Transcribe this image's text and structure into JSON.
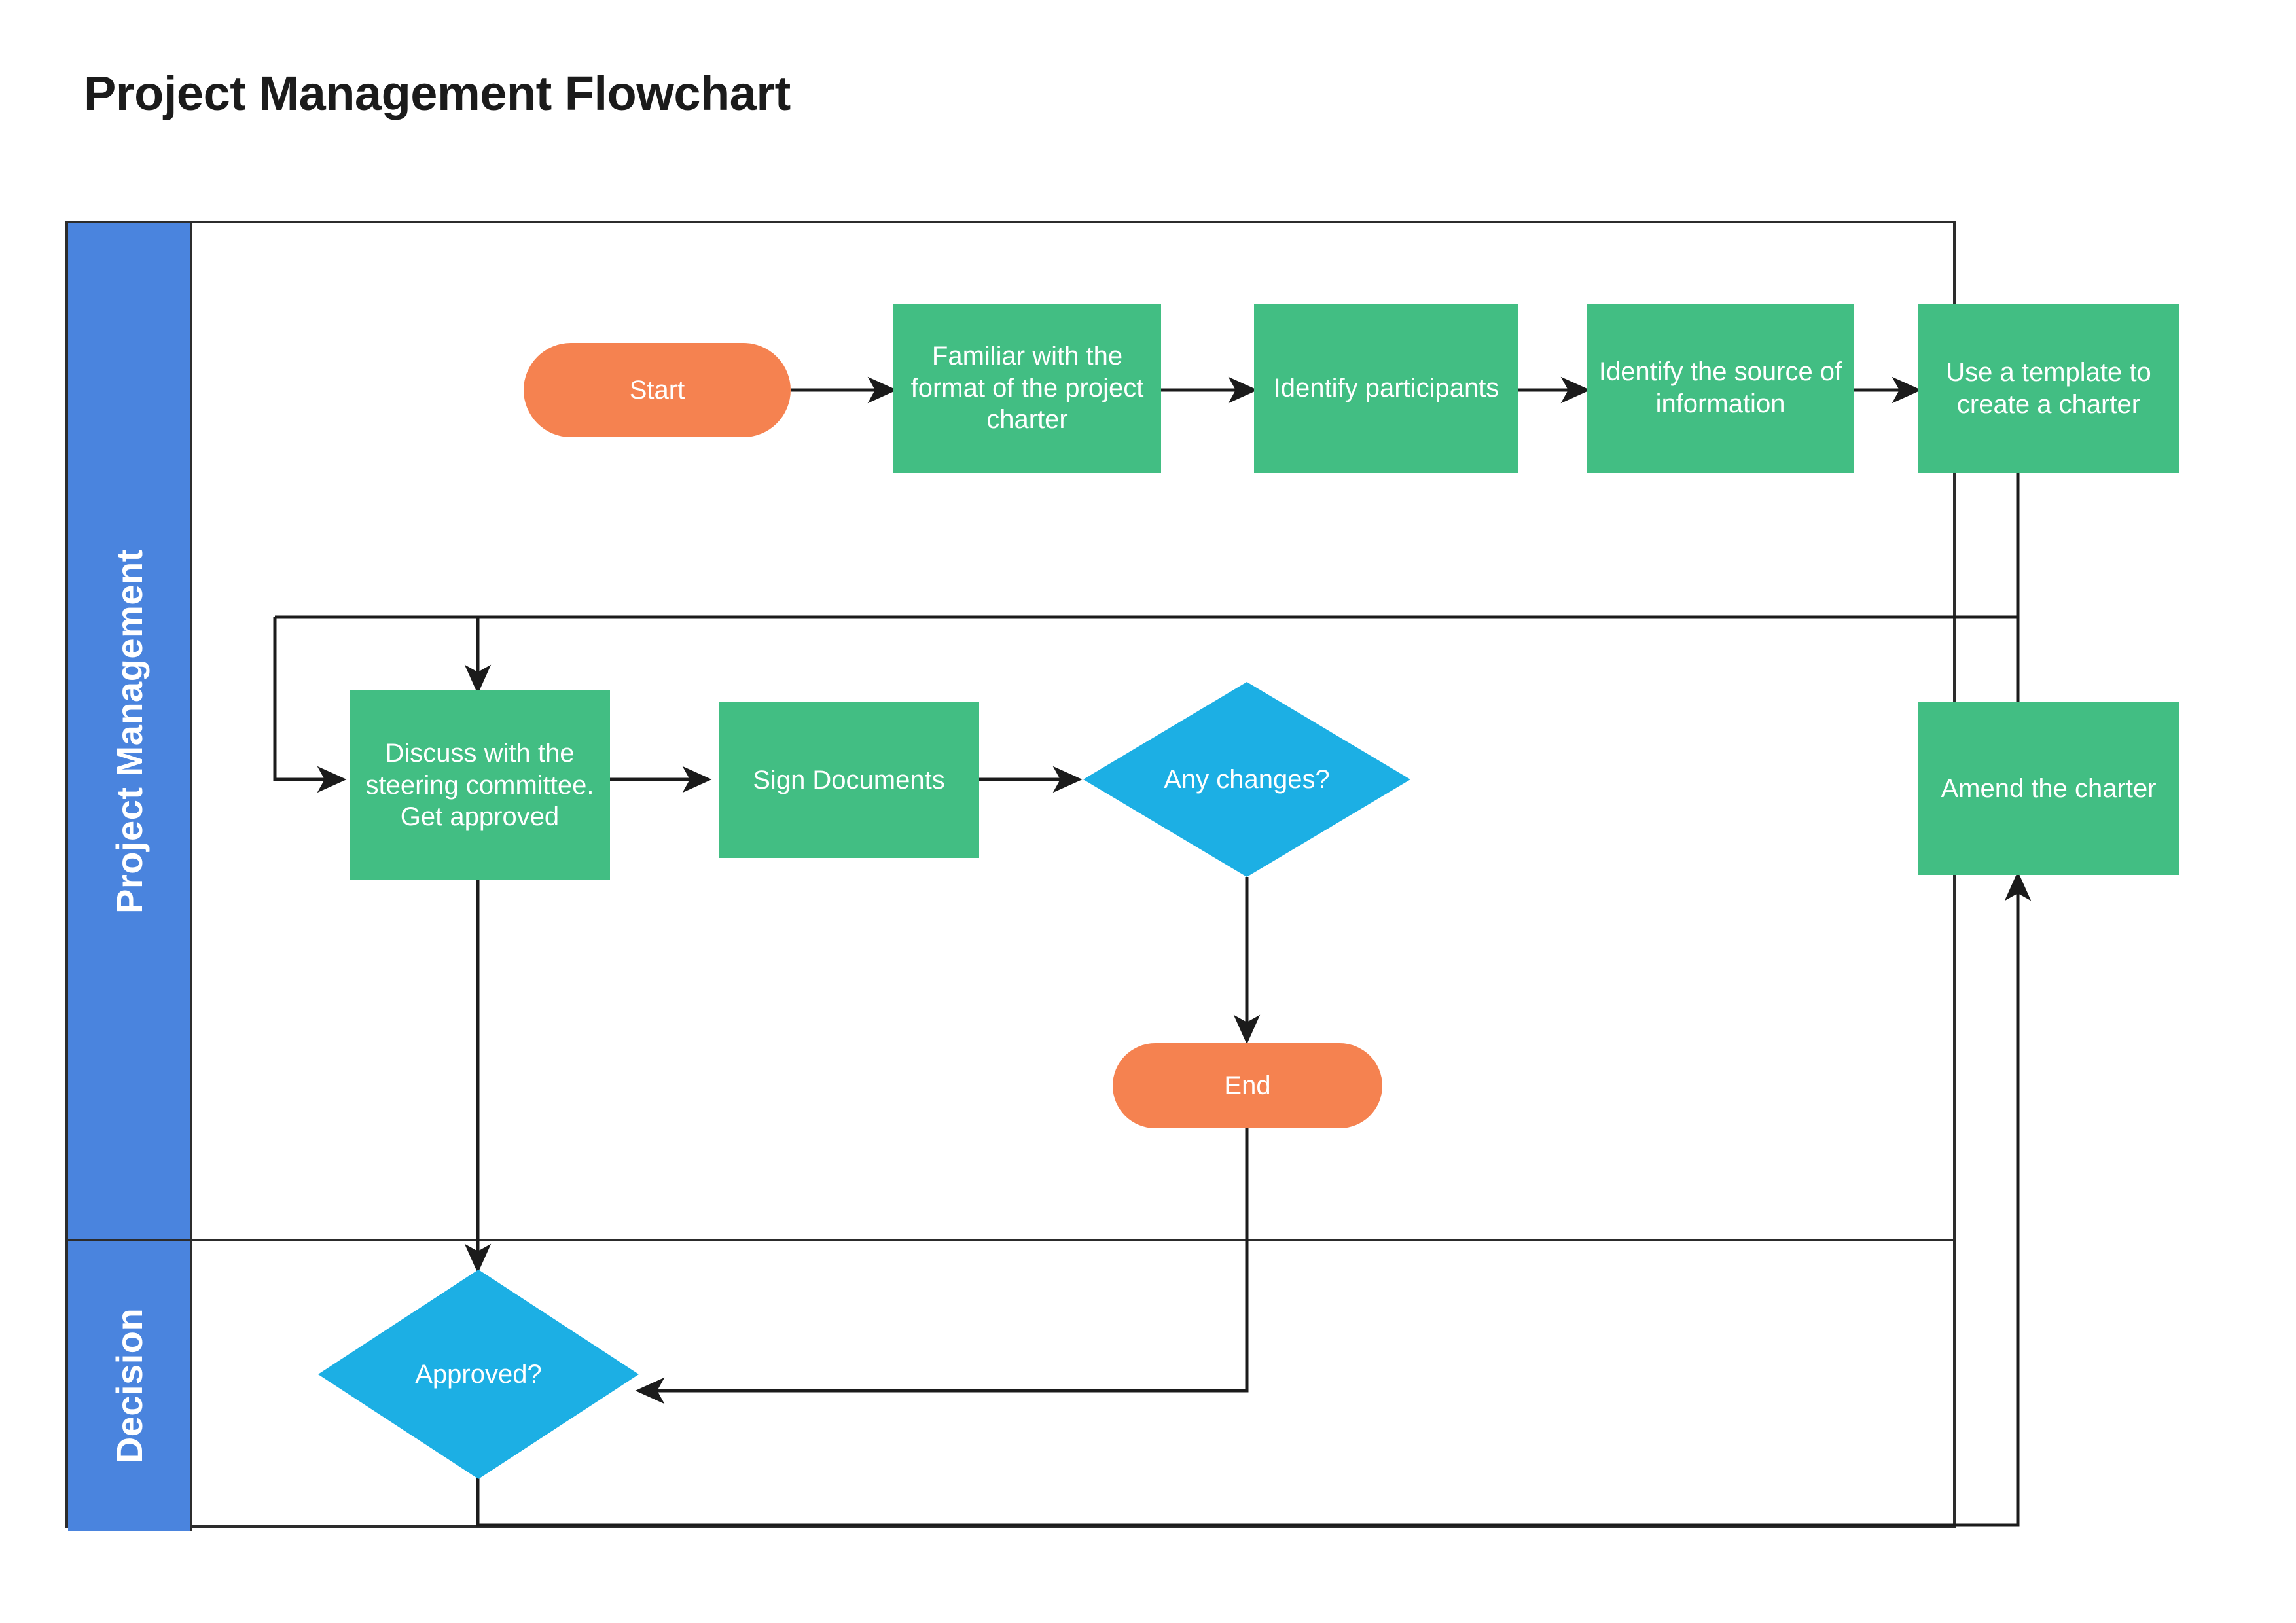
{
  "page": {
    "title": "Project Management Flowchart",
    "background": "#ffffff"
  },
  "colors": {
    "lane_header": "#4a84de",
    "process": "#42be83",
    "terminator": "#f58250",
    "decision": "#1cafe4",
    "connector": "#1b1b1b",
    "border": "#2c2c2c",
    "node_text": "#ffffff",
    "title_text": "#1b1b1b"
  },
  "lanes": [
    {
      "id": "project-management",
      "label": "Project Management"
    },
    {
      "id": "decision",
      "label": "Decision"
    }
  ],
  "chart_data": {
    "type": "flowchart",
    "title": "Project Management Flowchart",
    "orientation": "horizontal-swimlane",
    "lanes": [
      "Project Management",
      "Decision"
    ],
    "nodes": [
      {
        "id": "start",
        "label": "Start",
        "shape": "terminator",
        "lane": "Project Management",
        "color": "#f58250"
      },
      {
        "id": "familiar",
        "label": "Familiar with the format of the project charter",
        "shape": "process",
        "lane": "Project Management",
        "color": "#42be83"
      },
      {
        "id": "participants",
        "label": "Identify participants",
        "shape": "process",
        "lane": "Project Management",
        "color": "#42be83"
      },
      {
        "id": "source",
        "label": "Identify the source of information",
        "shape": "process",
        "lane": "Project Management",
        "color": "#42be83"
      },
      {
        "id": "template",
        "label": "Use a template to create a charter",
        "shape": "process",
        "lane": "Project Management",
        "color": "#42be83"
      },
      {
        "id": "discuss",
        "label": "Discuss with the steering committee. Get approved",
        "shape": "process",
        "lane": "Project Management",
        "color": "#42be83"
      },
      {
        "id": "sign",
        "label": "Sign Documents",
        "shape": "process",
        "lane": "Project Management",
        "color": "#42be83"
      },
      {
        "id": "changes",
        "label": "Any changes?",
        "shape": "decision",
        "lane": "Project Management",
        "color": "#1cafe4"
      },
      {
        "id": "amend",
        "label": "Amend the charter",
        "shape": "process",
        "lane": "Project Management",
        "color": "#42be83"
      },
      {
        "id": "end",
        "label": "End",
        "shape": "terminator",
        "lane": "Project Management",
        "color": "#f58250"
      },
      {
        "id": "approved",
        "label": "Approved?",
        "shape": "decision",
        "lane": "Decision",
        "color": "#1cafe4"
      }
    ],
    "edges": [
      {
        "from": "start",
        "to": "familiar",
        "label": ""
      },
      {
        "from": "familiar",
        "to": "participants",
        "label": ""
      },
      {
        "from": "participants",
        "to": "source",
        "label": ""
      },
      {
        "from": "source",
        "to": "template",
        "label": ""
      },
      {
        "from": "template",
        "to": "discuss",
        "label": ""
      },
      {
        "from": "discuss",
        "to": "sign",
        "label": ""
      },
      {
        "from": "sign",
        "to": "changes",
        "label": ""
      },
      {
        "from": "changes",
        "to": "end",
        "label": ""
      },
      {
        "from": "discuss",
        "to": "approved",
        "label": ""
      },
      {
        "from": "end",
        "to": "approved",
        "label": ""
      },
      {
        "from": "approved",
        "to": "amend",
        "label": ""
      },
      {
        "from": "template",
        "to": "amend",
        "label": ""
      },
      {
        "from": "amend",
        "to": "discuss",
        "label": ""
      }
    ]
  },
  "nodes": {
    "start": {
      "label": "Start"
    },
    "familiar": {
      "label": "Familiar with the format of the project charter"
    },
    "participants": {
      "label": "Identify participants"
    },
    "source": {
      "label": "Identify the source of information"
    },
    "template": {
      "label": "Use a template to create a charter"
    },
    "discuss": {
      "label": "Discuss with the steering committee. Get approved"
    },
    "sign": {
      "label": "Sign Documents"
    },
    "changes": {
      "label": "Any changes?"
    },
    "amend": {
      "label": "Amend the charter"
    },
    "end": {
      "label": "End"
    },
    "approved": {
      "label": "Approved?"
    }
  }
}
